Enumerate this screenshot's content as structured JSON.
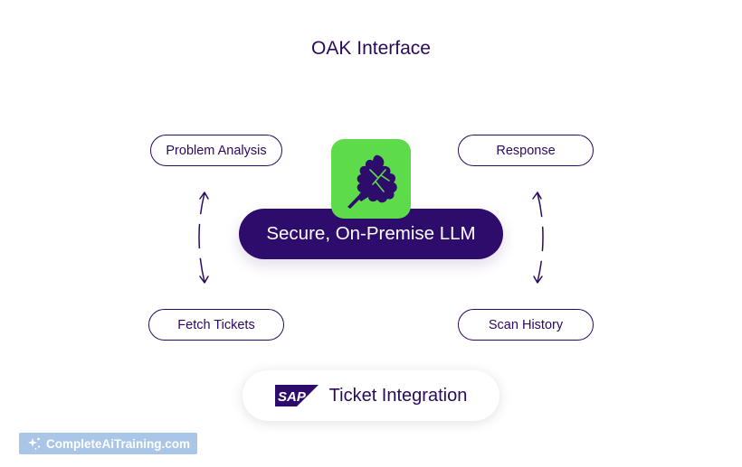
{
  "title": "OAK Interface",
  "nodes": {
    "problem_analysis": "Problem Analysis",
    "response": "Response",
    "fetch_tickets": "Fetch Tickets",
    "scan_history": "Scan History"
  },
  "center": {
    "label": "Secure, On-Premise LLM",
    "logo_icon": "oak-leaf-icon"
  },
  "integration": {
    "logo_text": "SAP",
    "label": "Ticket Integration"
  },
  "watermark": {
    "text": "CompleteAiTraining.com"
  },
  "colors": {
    "primary": "#2e0c6c",
    "accent_green": "#5edb4a",
    "text": "#2a0a5e",
    "watermark_bg": "#a9c6e8"
  }
}
